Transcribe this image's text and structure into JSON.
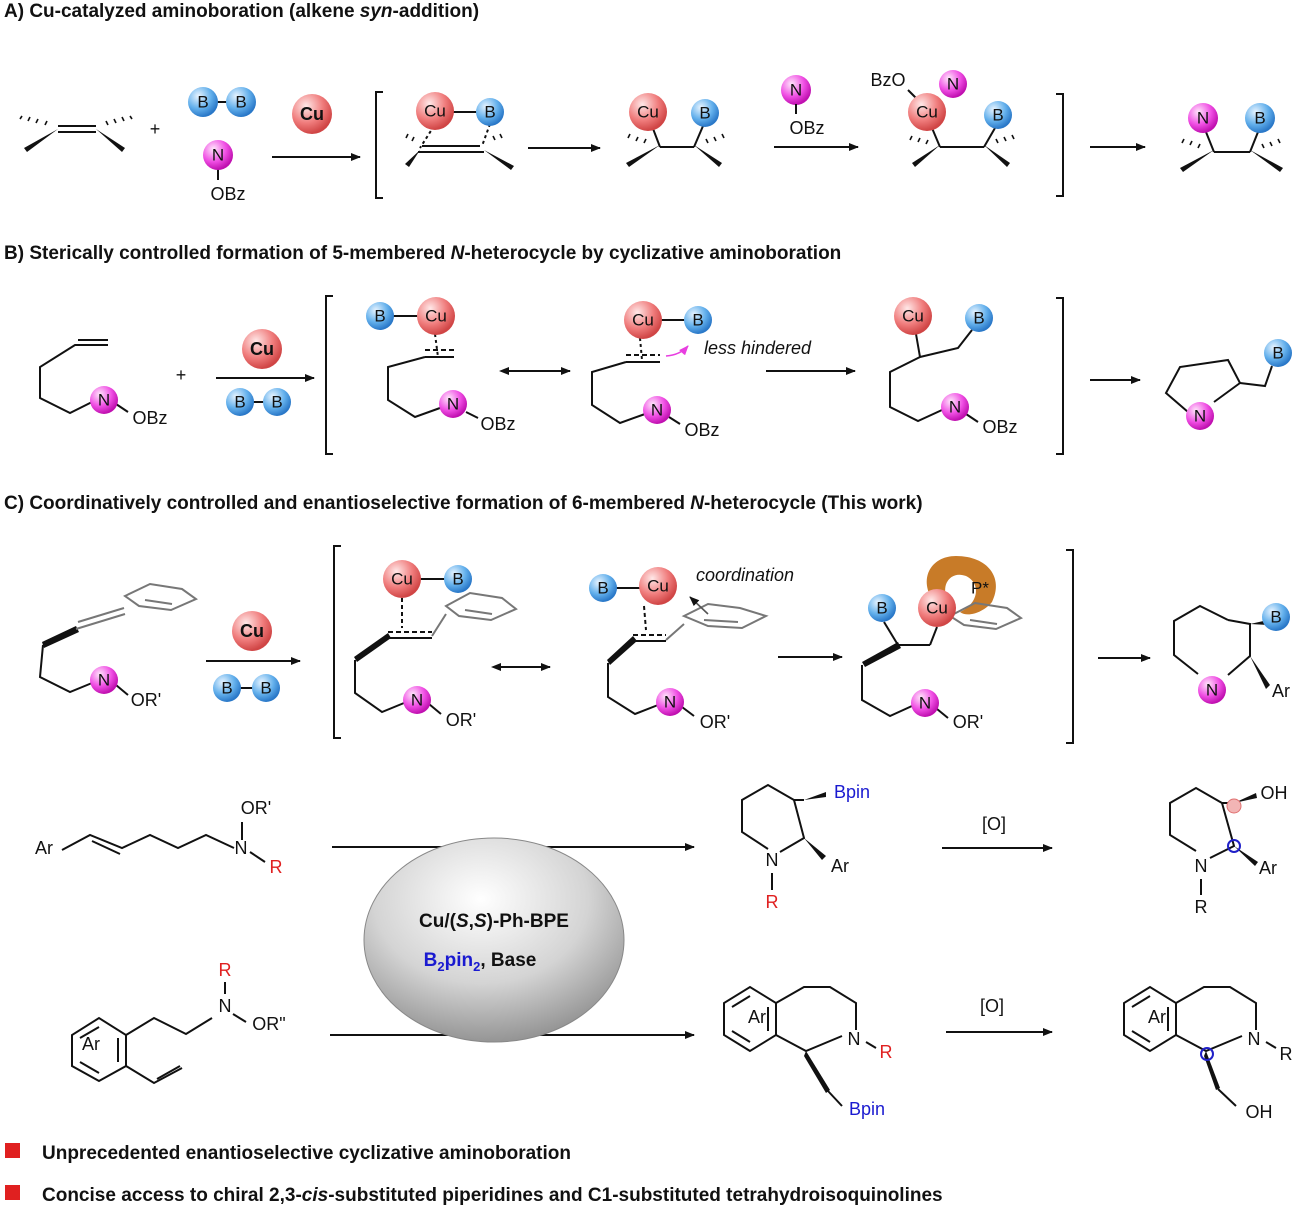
{
  "headings": {
    "a": "A) Cu-catalyzed aminoboration (alkene ",
    "a_italic": "syn",
    "a_tail": "-addition)",
    "b_pre": "B) Sterically controlled formation of 5-membered ",
    "b_italic": "N",
    "b_tail": "-heterocycle by cyclizative aminoboration",
    "c_pre": "C) Coordinatively controlled and enantioselective formation of 6-membered ",
    "c_italic": "N",
    "c_tail": "-heterocycle (This work)"
  },
  "atoms": {
    "boron": "B",
    "nitrogen": "N",
    "copper": "Cu",
    "phosphine": "P*"
  },
  "labels": {
    "obz": "OBz",
    "bzo": "BzO",
    "or1": "OR'",
    "or2": "OR\"",
    "plus": "+",
    "less_hindered": "less hindered",
    "coordination": "coordination",
    "ar": "Ar",
    "r": "R",
    "bpin": "Bpin",
    "oh": "OH",
    "oxidation": "[O]"
  },
  "catalyst": {
    "line1_pre": "Cu/(",
    "s1": "S",
    "comma": ",",
    "s2": "S",
    "line1_tail": ")-Ph-BPE",
    "b2pin2_b": "B",
    "b2pin2_sub1": "2",
    "b2pin2_pin": "pin",
    "b2pin2_sub2": "2",
    "base": ", Base"
  },
  "bullets": [
    "Unprecedented enantioselective cyclizative aminoboration",
    "Concise access to chiral 2,3-",
    "cis",
    "-substituted piperidines and C1-substituted tetrahydroisoquinolines"
  ],
  "colors": {
    "boron_ball": "#4aa3e6",
    "nitrogen_ball": "#ee3ee0",
    "copper_ball": "#ef6a6a",
    "ligand": "#c87b28",
    "bullet": "#e02020",
    "r_group": "#e02020",
    "bpin_group": "#1a1ad0"
  }
}
